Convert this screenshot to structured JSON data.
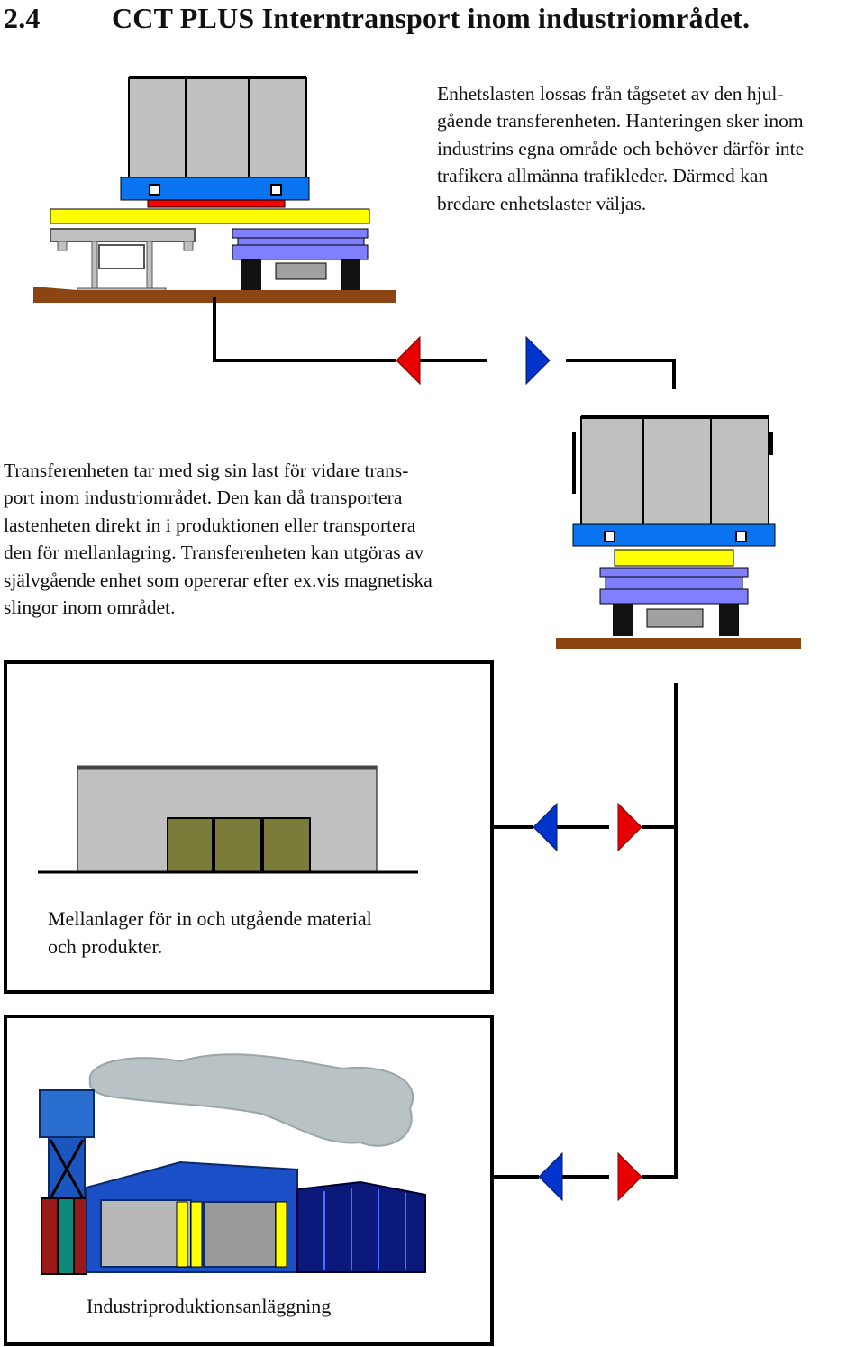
{
  "header": {
    "number": "2.4",
    "title": "CCT PLUS Interntransport inom industriområdet."
  },
  "intro_paragraph": {
    "lines": [
      "Enhetslasten lossas från tågsetet av den hjul-",
      "gående transferenheten. Hanteringen sker inom",
      "industrins egna område och behöver därför inte",
      "trafikera allmänna trafikleder. Därmed kan",
      "bredare enhetslaster väljas."
    ]
  },
  "transfer_paragraph": {
    "lines": [
      "Transferenheten tar med sig sin last för vidare trans-",
      "port inom industriområdet. Den kan då transportera",
      "lastenheten direkt in i produktionen eller transportera",
      "den för mellanlagring. Transferenheten kan utgöras av",
      "självgående enhet som opererar efter ex.vis magnetiska",
      "slingor inom området."
    ]
  },
  "warehouse_box": {
    "lines": [
      "Mellanlager för in och utgående material",
      "och  produkter."
    ]
  },
  "industry_box": {
    "label": "Industriproduktionsanläggning"
  },
  "colors": {
    "blue_platform": "#0a74f0",
    "yellow_beam": "#ffff00",
    "red_bar": "#ff0000",
    "lavender_chassis": "#8080ff",
    "container_gray": "#c0c0c0",
    "ground_brown": "#8b4513",
    "arrow_red": "#e60000",
    "arrow_blue": "#0033cc",
    "door_olive": "#7b7b3a"
  }
}
